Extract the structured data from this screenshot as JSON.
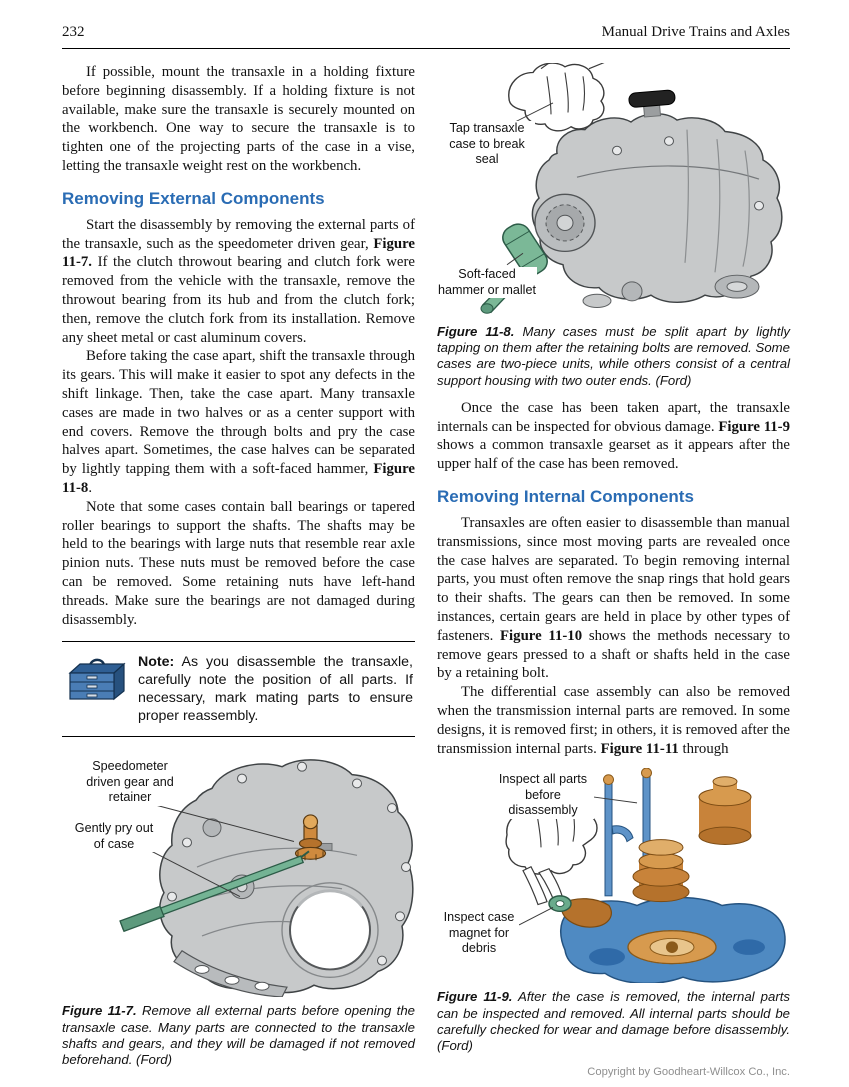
{
  "page": {
    "number": "232",
    "running_head": "Manual Drive Trains and Axles",
    "copyright": "Copyright by Goodheart-Willcox Co., Inc."
  },
  "colors": {
    "heading_blue": "#2a6cb4",
    "tool_green": "#7bb897",
    "gear_orange": "#d79a4e",
    "part_blue": "#4f8ac2",
    "case_gray": "#c7c9ca"
  },
  "icons": {
    "note_icon": "toolbox-icon"
  },
  "left": {
    "para1": "If possible, mount the transaxle in a holding fixture before beginning disassembly. If a holding fixture is not available, make sure the transaxle is securely mounted on the workbench. One way to secure the transaxle is to tighten one of the projecting parts of the case in a vise, letting the transaxle weight rest on the workbench.",
    "heading": "Removing External Components",
    "para2": {
      "segs": [
        "Start the disassembly by removing the external parts of the transaxle, such as the speedometer driven gear, ",
        "Figure 11-7.",
        " If the clutch throwout bearing and clutch fork were removed from the vehicle with the transaxle, remove the throwout bearing from its hub and from the clutch fork; then, remove the clutch fork from its installation. Remove any sheet metal or cast aluminum covers."
      ]
    },
    "para3": {
      "segs": [
        "Before taking the case apart, shift the transaxle through its gears. This will make it easier to spot any defects in the shift linkage. Then, take the case apart. Many transaxle cases are made in two halves or as a center support with end covers. Remove the through bolts and pry the case halves apart. Sometimes, the case halves can be separated by lightly tapping them with a soft-faced hammer, ",
        "Figure 11-8",
        "."
      ]
    },
    "para4": "Note that some cases contain ball bearings or tapered roller bearings to support the shafts. The shafts may be held to the bearings with large nuts that resemble rear axle pinion nuts. These nuts must be removed before the case can be removed. Some retaining nuts have left-hand threads. Make sure the bearings are not damaged during disassembly.",
    "note": {
      "label": "Note:",
      "text": " As you disassemble the transaxle, carefully note the position of all parts. If necessary, mark mating parts to ensure proper reassembly."
    },
    "figure7": {
      "label_gear": "Speedometer driven gear and retainer",
      "label_pry": "Gently pry out of case",
      "caption_label": "Figure 11-7.",
      "caption_text": " Remove all external parts before opening the transaxle case. Many parts are connected to the transaxle shafts and gears, and they will be damaged if not removed beforehand. (Ford)"
    }
  },
  "right": {
    "figure8": {
      "label_tap": "Tap transaxle case to break seal",
      "label_hammer": "Soft-faced hammer or mallet",
      "caption_label": "Figure 11-8.",
      "caption_text": " Many cases must be split apart by lightly tapping on them after the retaining bolts are removed. Some cases are two-piece units, while others consist of a central support housing with two outer ends. (Ford)"
    },
    "para1": {
      "segs": [
        "Once the case has been taken apart, the transaxle internals can be inspected for obvious damage. ",
        "Figure 11-9",
        " shows a common transaxle gearset as it appears after the upper half of the case has been removed."
      ]
    },
    "heading": "Removing Internal Components",
    "para2": {
      "segs": [
        "Transaxles are often easier to disassemble than manual transmissions, since most moving parts are revealed once the case halves are separated. To begin removing internal parts, you must often remove the snap rings that hold gears to their shafts. The gears can then be removed. In some instances, certain gears are held in place by other types of fasteners. ",
        "Figure 11-10",
        " shows the methods necessary to remove gears pressed to a shaft or shafts held in the case by a retaining bolt."
      ]
    },
    "para3": {
      "segs": [
        "The differential case assembly can also be removed when the transmission internal parts are removed. In some designs, it is removed first; in others, it is removed after the transmission internal parts. ",
        "Figure 11-11",
        " through"
      ]
    },
    "figure9": {
      "label_inspect": "Inspect all parts before disassembly",
      "label_magnet": "Inspect case magnet for debris",
      "caption_label": "Figure 11-9.",
      "caption_text": " After the case is removed, the internal parts can be inspected and removed. All internal parts should be carefully checked for wear and damage before disassembly. (Ford)"
    }
  }
}
